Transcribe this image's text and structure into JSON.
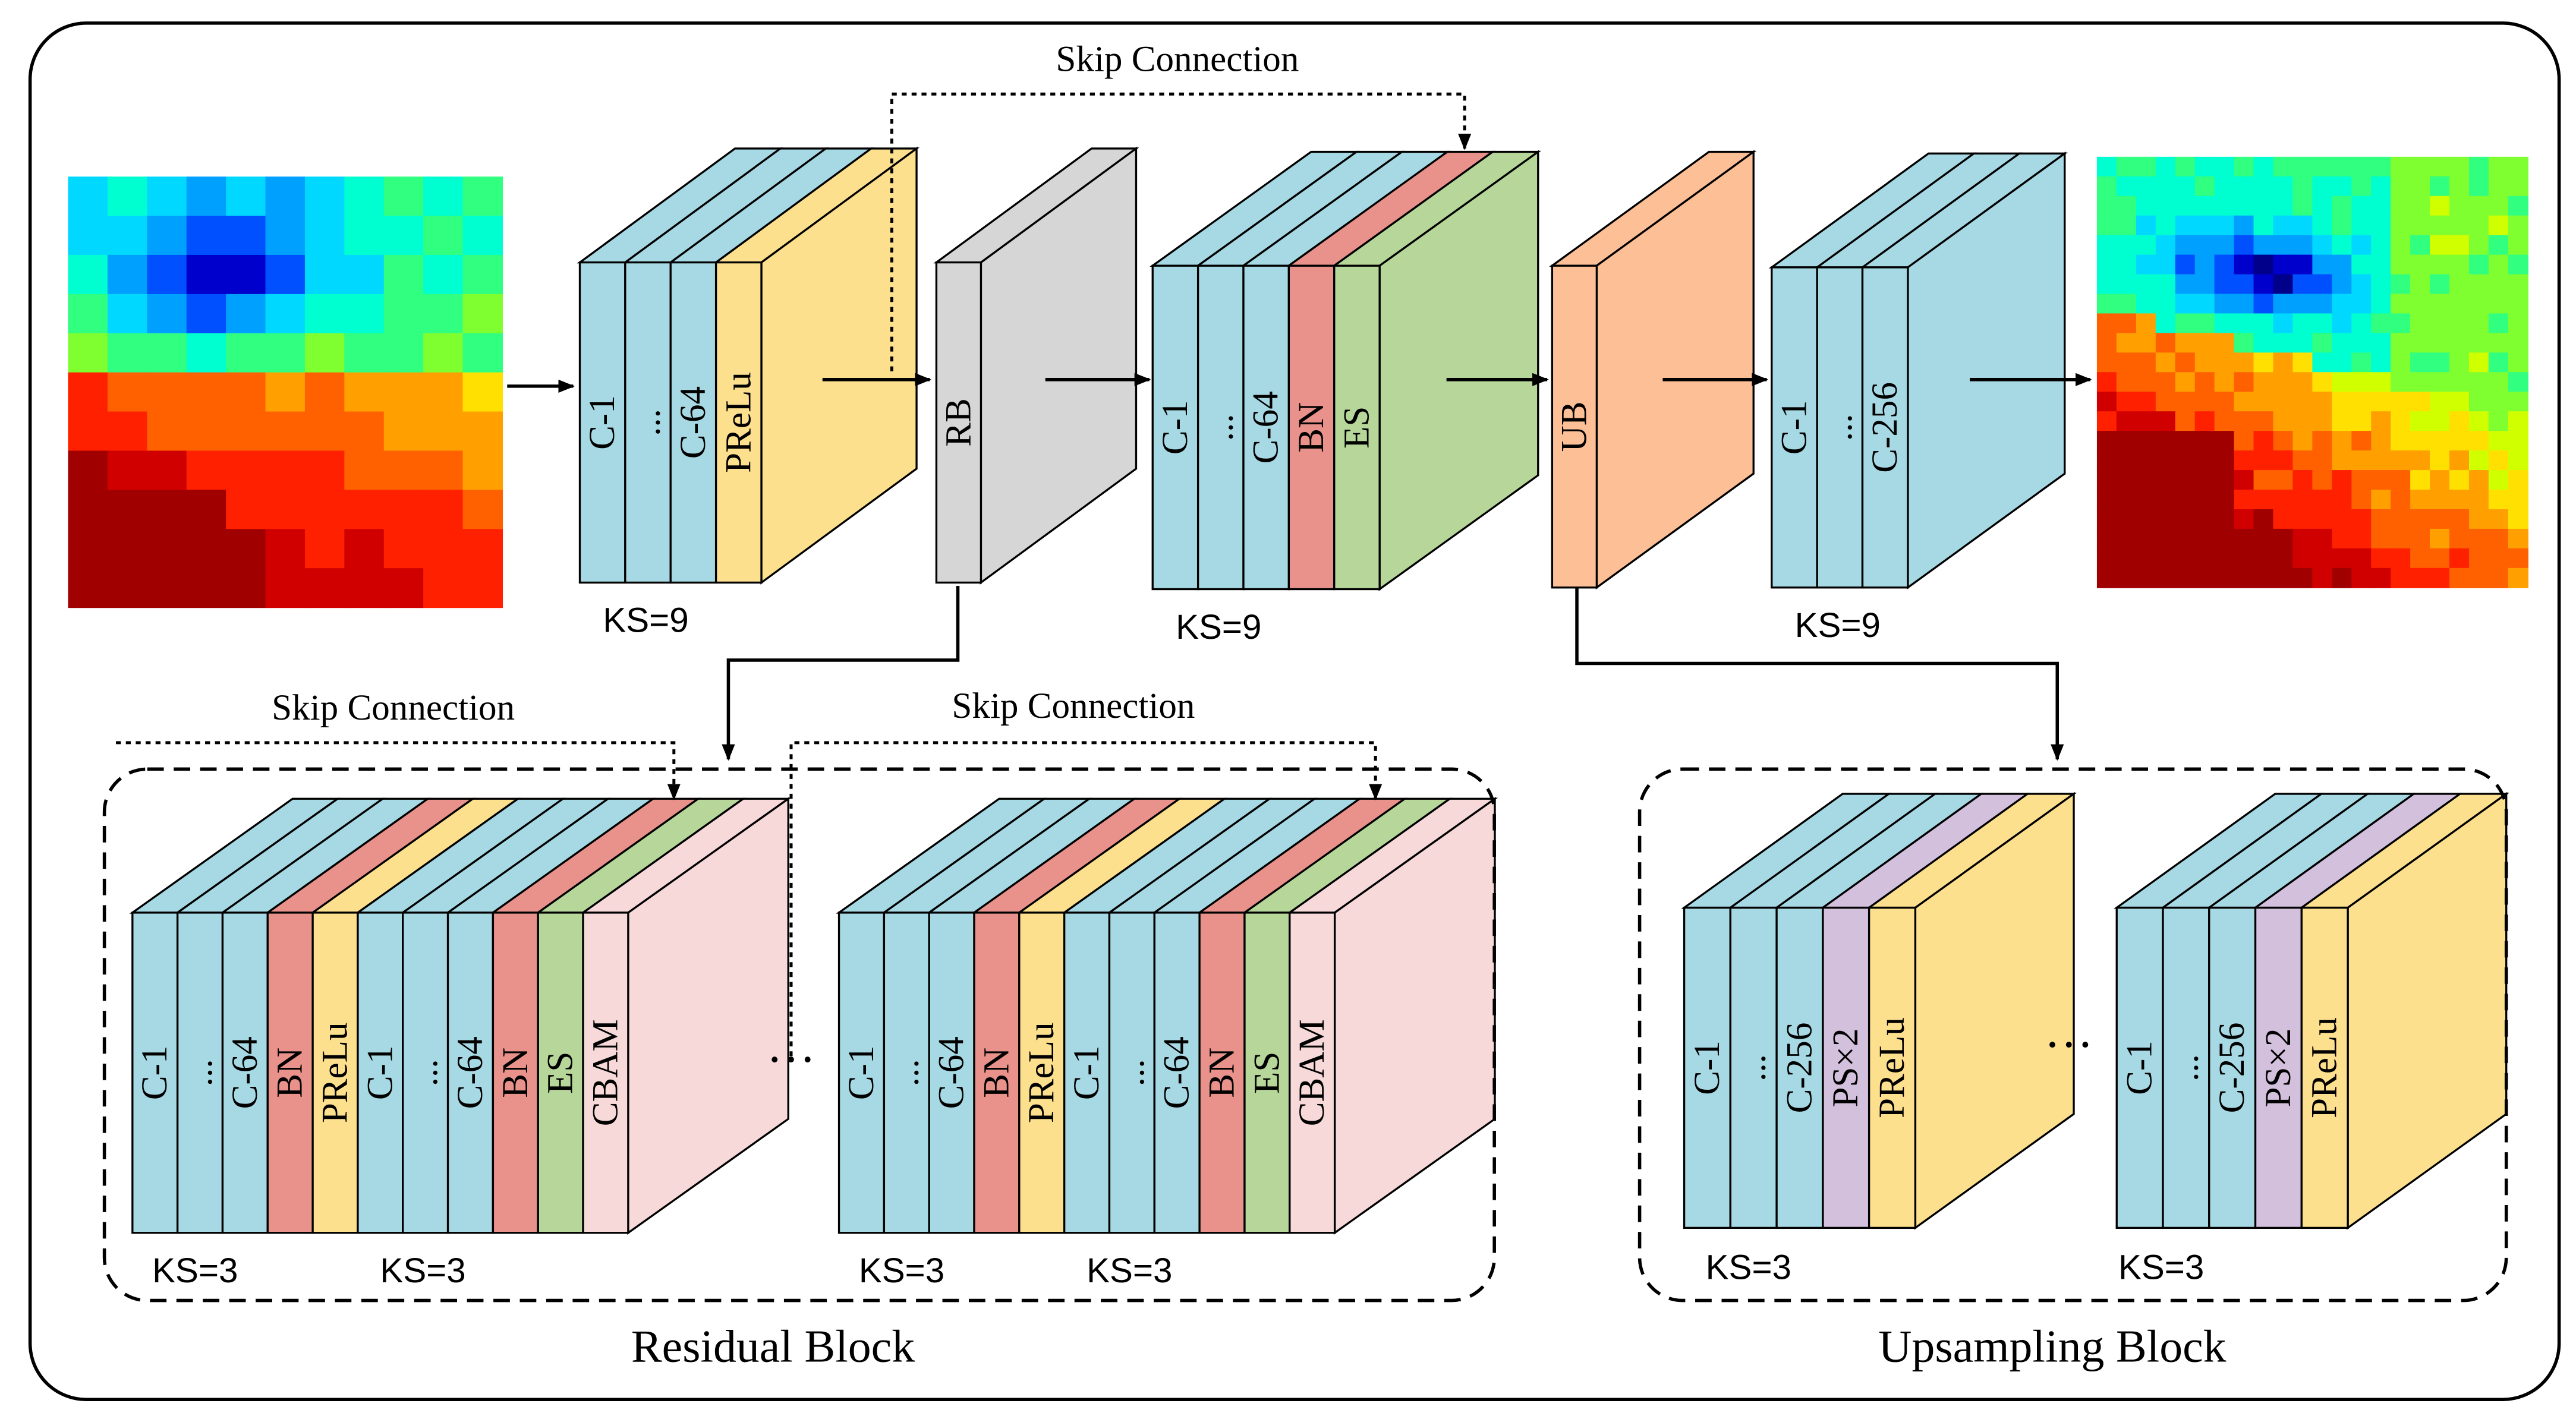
{
  "labels": {
    "skip_top": "Skip Connection",
    "skip_rb1": "Skip Connection",
    "skip_rb2": "Skip Connection",
    "residual_block": "Residual Block",
    "upsampling_block": "Upsampling Block",
    "ellipsis": "···"
  },
  "colors": {
    "conv": "#a7d9e4",
    "prelu": "#fde08e",
    "rb": "#d6d6d6",
    "bn": "#e9928b",
    "es": "#b7d79a",
    "ub": "#fdbf96",
    "cbam": "#f8d9d9",
    "ps": "#d3c0dd"
  },
  "main_blocks": [
    {
      "name": "conv-prelu-block",
      "ks": "KS=9",
      "layers": [
        {
          "t": "conv",
          "label": "C-1"
        },
        {
          "t": "conv",
          "label": "..."
        },
        {
          "t": "conv",
          "label": "C-64"
        },
        {
          "t": "prelu",
          "label": "PReLu"
        }
      ]
    },
    {
      "name": "rb-block",
      "ks": "",
      "layers": [
        {
          "t": "rb",
          "label": "RB"
        }
      ]
    },
    {
      "name": "conv-bn-es-block",
      "ks": "KS=9",
      "layers": [
        {
          "t": "conv",
          "label": "C-1"
        },
        {
          "t": "conv",
          "label": "..."
        },
        {
          "t": "conv",
          "label": "C-64"
        },
        {
          "t": "bn",
          "label": "BN"
        },
        {
          "t": "es",
          "label": "ES"
        }
      ]
    },
    {
      "name": "ub-block",
      "ks": "",
      "layers": [
        {
          "t": "ub",
          "label": "UB"
        }
      ]
    },
    {
      "name": "conv-256-block",
      "ks": "KS=9",
      "layers": [
        {
          "t": "conv",
          "label": "C-1"
        },
        {
          "t": "conv",
          "label": "..."
        },
        {
          "t": "conv",
          "label": "C-256"
        }
      ]
    }
  ],
  "residual_units": [
    {
      "ks": [
        "KS=3",
        "KS=3"
      ],
      "layers": [
        {
          "t": "conv",
          "label": "C-1"
        },
        {
          "t": "conv",
          "label": "..."
        },
        {
          "t": "conv",
          "label": "C-64"
        },
        {
          "t": "bn",
          "label": "BN"
        },
        {
          "t": "prelu",
          "label": "PReLu"
        },
        {
          "t": "conv",
          "label": "C-1"
        },
        {
          "t": "conv",
          "label": "..."
        },
        {
          "t": "conv",
          "label": "C-64"
        },
        {
          "t": "bn",
          "label": "BN"
        },
        {
          "t": "es",
          "label": "ES"
        },
        {
          "t": "cbam",
          "label": "CBAM"
        }
      ]
    },
    {
      "ks": [
        "KS=3",
        "KS=3"
      ],
      "layers": [
        {
          "t": "conv",
          "label": "C-1"
        },
        {
          "t": "conv",
          "label": "..."
        },
        {
          "t": "conv",
          "label": "C-64"
        },
        {
          "t": "bn",
          "label": "BN"
        },
        {
          "t": "prelu",
          "label": "PReLu"
        },
        {
          "t": "conv",
          "label": "C-1"
        },
        {
          "t": "conv",
          "label": "..."
        },
        {
          "t": "conv",
          "label": "C-64"
        },
        {
          "t": "bn",
          "label": "BN"
        },
        {
          "t": "es",
          "label": "ES"
        },
        {
          "t": "cbam",
          "label": "CBAM"
        }
      ]
    }
  ],
  "upsampling_units": [
    {
      "ks": "KS=3",
      "layers": [
        {
          "t": "conv",
          "label": "C-1"
        },
        {
          "t": "conv",
          "label": "..."
        },
        {
          "t": "conv",
          "label": "C-256"
        },
        {
          "t": "ps",
          "label": "PS×2"
        },
        {
          "t": "prelu",
          "label": "PReLu"
        }
      ]
    },
    {
      "ks": "KS=3",
      "layers": [
        {
          "t": "conv",
          "label": "C-1"
        },
        {
          "t": "conv",
          "label": "..."
        },
        {
          "t": "conv",
          "label": "C-256"
        },
        {
          "t": "ps",
          "label": "PS×2"
        },
        {
          "t": "prelu",
          "label": "PReLu"
        }
      ]
    }
  ]
}
